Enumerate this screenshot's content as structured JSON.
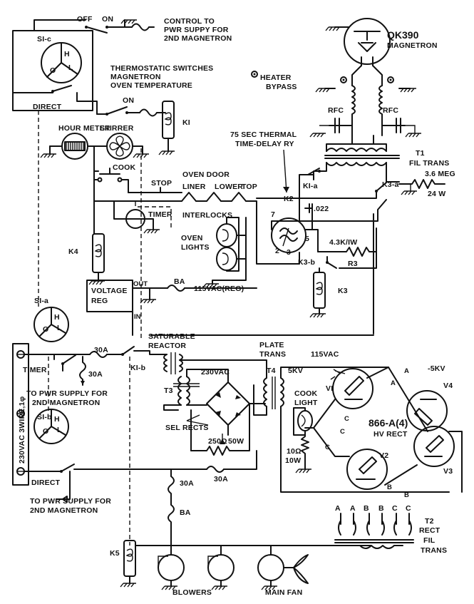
{
  "labels": {
    "off": "OFF",
    "on_top": "ON",
    "control_1": "CONTROL TO",
    "control_2": "PWR SUPPY FOR",
    "control_3": "2ND MAGNETRON",
    "s1c": "SI-c",
    "s1c_h": "H",
    "s1c_l": "L",
    "s1c_o": "O",
    "thermo_1": "THERMOSTATIC SWITCHES",
    "thermo_2": "MAGNETRON",
    "thermo_3": "OVEN TEMPERATURE",
    "on_mid": "ON",
    "direct_top": "DIRECT",
    "k1": "KI",
    "heater_1": "HEATER",
    "heater_2": "BYPASS",
    "qk390": "QK390",
    "magnetron": "MAGNETRON",
    "rfc_left": "RFC",
    "rfc_right": "RFC",
    "hour_meter": "HOUR METER",
    "stirrer": "STIRRER",
    "delay_1": "75 SEC THERMAL",
    "delay_2": "TIME-DELAY RY",
    "t1": "T1",
    "fil_trans": "FIL TRANS",
    "cook": "COOK",
    "stop": "STOP",
    "oven_door": "OVEN DOOR",
    "liner": "LINER",
    "lower": "LOWER",
    "top": "TOP",
    "k2": "K2",
    "k1a": "KI-a",
    "k3a": "K3-a",
    "res_36": "3.6 MEG",
    "res_24w": "24 W",
    "timer_mid": "TIMER",
    "interlocks": "INTERLOCKS",
    "pin7": "7",
    "pin5": "5",
    "pin2": "2",
    "pin3": "3",
    "cap_022": ".022",
    "oven_lights_1": "OVEN",
    "oven_lights_2": "LIGHTS",
    "res_43k": "4.3K/IW",
    "r3": "R3",
    "k3b": "K3-b",
    "k3": "K3",
    "k4": "K4",
    "vreg_1": "VOLTAGE",
    "vreg_2": "REG",
    "out": "OUT",
    "in": "IN",
    "ba_top": "BA",
    "vac_reg": "115VAC(REG)",
    "s1a": "SI-a",
    "s1a_h": "H",
    "s1a_l": "L",
    "s1a_o": "O",
    "sat_1": "SATURABLE",
    "sat_2": "REACTOR",
    "fuse_30a_1": "30A",
    "fuse_30a_2": "30A",
    "timer_left": "TIMER",
    "k1b": "KI-b",
    "plate_1": "PLATE",
    "plate_2": "TRANS",
    "vac_115": "115VAC",
    "minus5kv": "-5KV",
    "vac_230": "230VAC",
    "t4": "T4",
    "kv5": "5KV",
    "t3": "T3",
    "v1": "VI",
    "v4": "V4",
    "v2": "V2",
    "v3": "V3",
    "cook_light_1": "COOK",
    "cook_light_2": "LIGHT",
    "tube_866": "866-A(4)",
    "hv_rect": "HV RECT",
    "sel_rects": "SEL RECTS",
    "to_pwr_left_1": "TO PWR SUPPLY FOR",
    "to_pwr_left_2": "2ND MAGNETRON",
    "s1b": "SI-b",
    "s1b_h": "H",
    "s1b_l": "L",
    "s1b_o": "O",
    "mains": "230VAC 3WIRE,1φ",
    "res_250": "250Ω",
    "res_50w": "50W",
    "res_10": "10Ω",
    "res_10w": "10W",
    "direct_bottom": "DIRECT",
    "fuse_30a_3": "30A",
    "fuse_30a_4": "30A",
    "ba_bottom": "BA",
    "to_pwr_bottom_1": "TO PWR SUPPLY FOR",
    "to_pwr_bottom_2": "2ND MAGNETRON",
    "k5": "K5",
    "blowers": "BLOWERS",
    "main_fan": "MAIN FAN",
    "t2": "T2",
    "rect_1": "RECT",
    "rect_2": "FIL",
    "rect_3": "TRANS",
    "fa1": "A",
    "fa2": "A",
    "fb1": "B",
    "fb2": "B",
    "fc1": "C",
    "fc2": "C",
    "ba_a1": "A",
    "ba_a2": "A",
    "ba_b": "B",
    "ba_c1": "C",
    "ba_c2": "C",
    "ba_c3": "C",
    "ba_b2": "B"
  }
}
